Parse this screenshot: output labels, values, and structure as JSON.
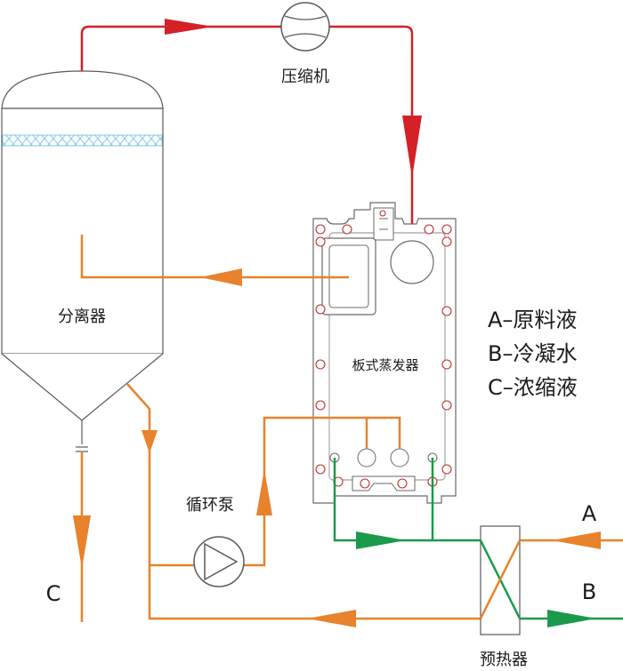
{
  "labels": {
    "compressor": "压缩机",
    "separator": "分离器",
    "plate_evaporator": "板式蒸发器",
    "circulation_pump": "循环泵",
    "preheater": "预热器",
    "stream_a": "A",
    "stream_b": "B",
    "stream_c": "C"
  },
  "legend": [
    "A–原料液",
    "B–冷凝水",
    "C–浓缩液"
  ],
  "colors": {
    "vapor": "#d42027",
    "liquid": "#e8822c",
    "condensate": "#1a9a4a",
    "outline": "#5a5a5a",
    "demister": "#7fc8e8"
  }
}
